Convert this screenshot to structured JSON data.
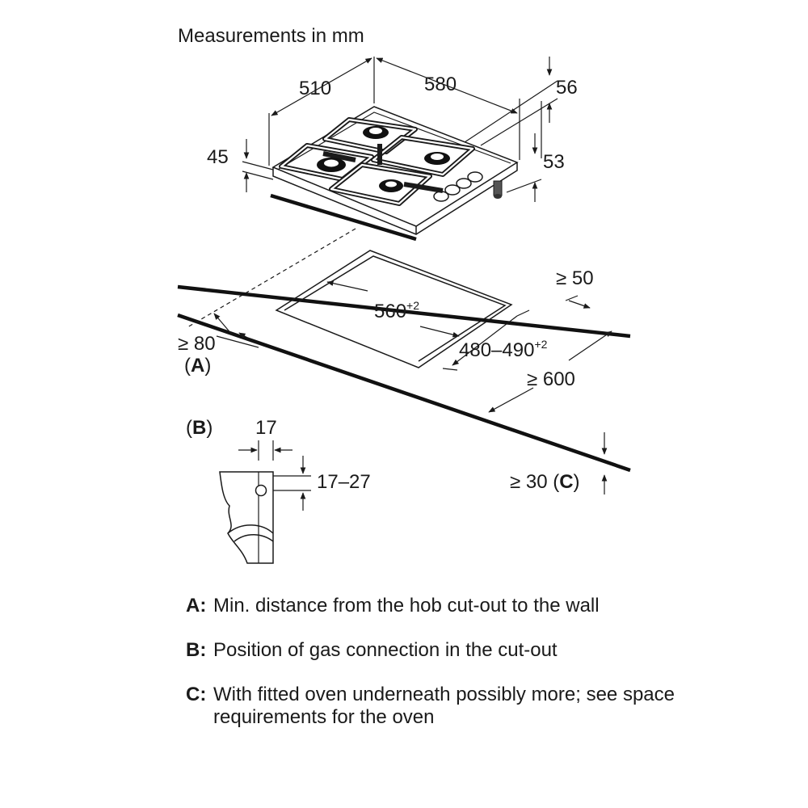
{
  "diagram": {
    "title": "Measurements in mm",
    "dimensions": {
      "width": "510",
      "depth": "580",
      "hob_height_front": "45",
      "top_height": "56",
      "gas_height": "53",
      "wall_clearance": "≥ 50",
      "cutout_depth_base": "560",
      "cutout_depth_tol": "+2",
      "cutout_width_base": "480–490",
      "cutout_width_tol": "+2",
      "front_distance": "≥ 80",
      "worktop_depth": "≥ 600",
      "oven_clearance": "≥ 30 (",
      "oven_clearance_key": "C",
      "oven_clearance_close": ")",
      "gas_offset": "17",
      "gas_range": "17–27"
    },
    "markers": {
      "a_open": "(",
      "a_key": "A",
      "a_close": ")",
      "b_open": "(",
      "b_key": "B",
      "b_close": ")"
    }
  },
  "notes": [
    {
      "key": "A:",
      "text": "Min. distance from the hob cut-out to the wall"
    },
    {
      "key": "B:",
      "text": "Position of gas connection in the cut-out"
    },
    {
      "key": "C:",
      "text": "With fitted oven underneath possibly more; see space requirements for the oven"
    }
  ]
}
